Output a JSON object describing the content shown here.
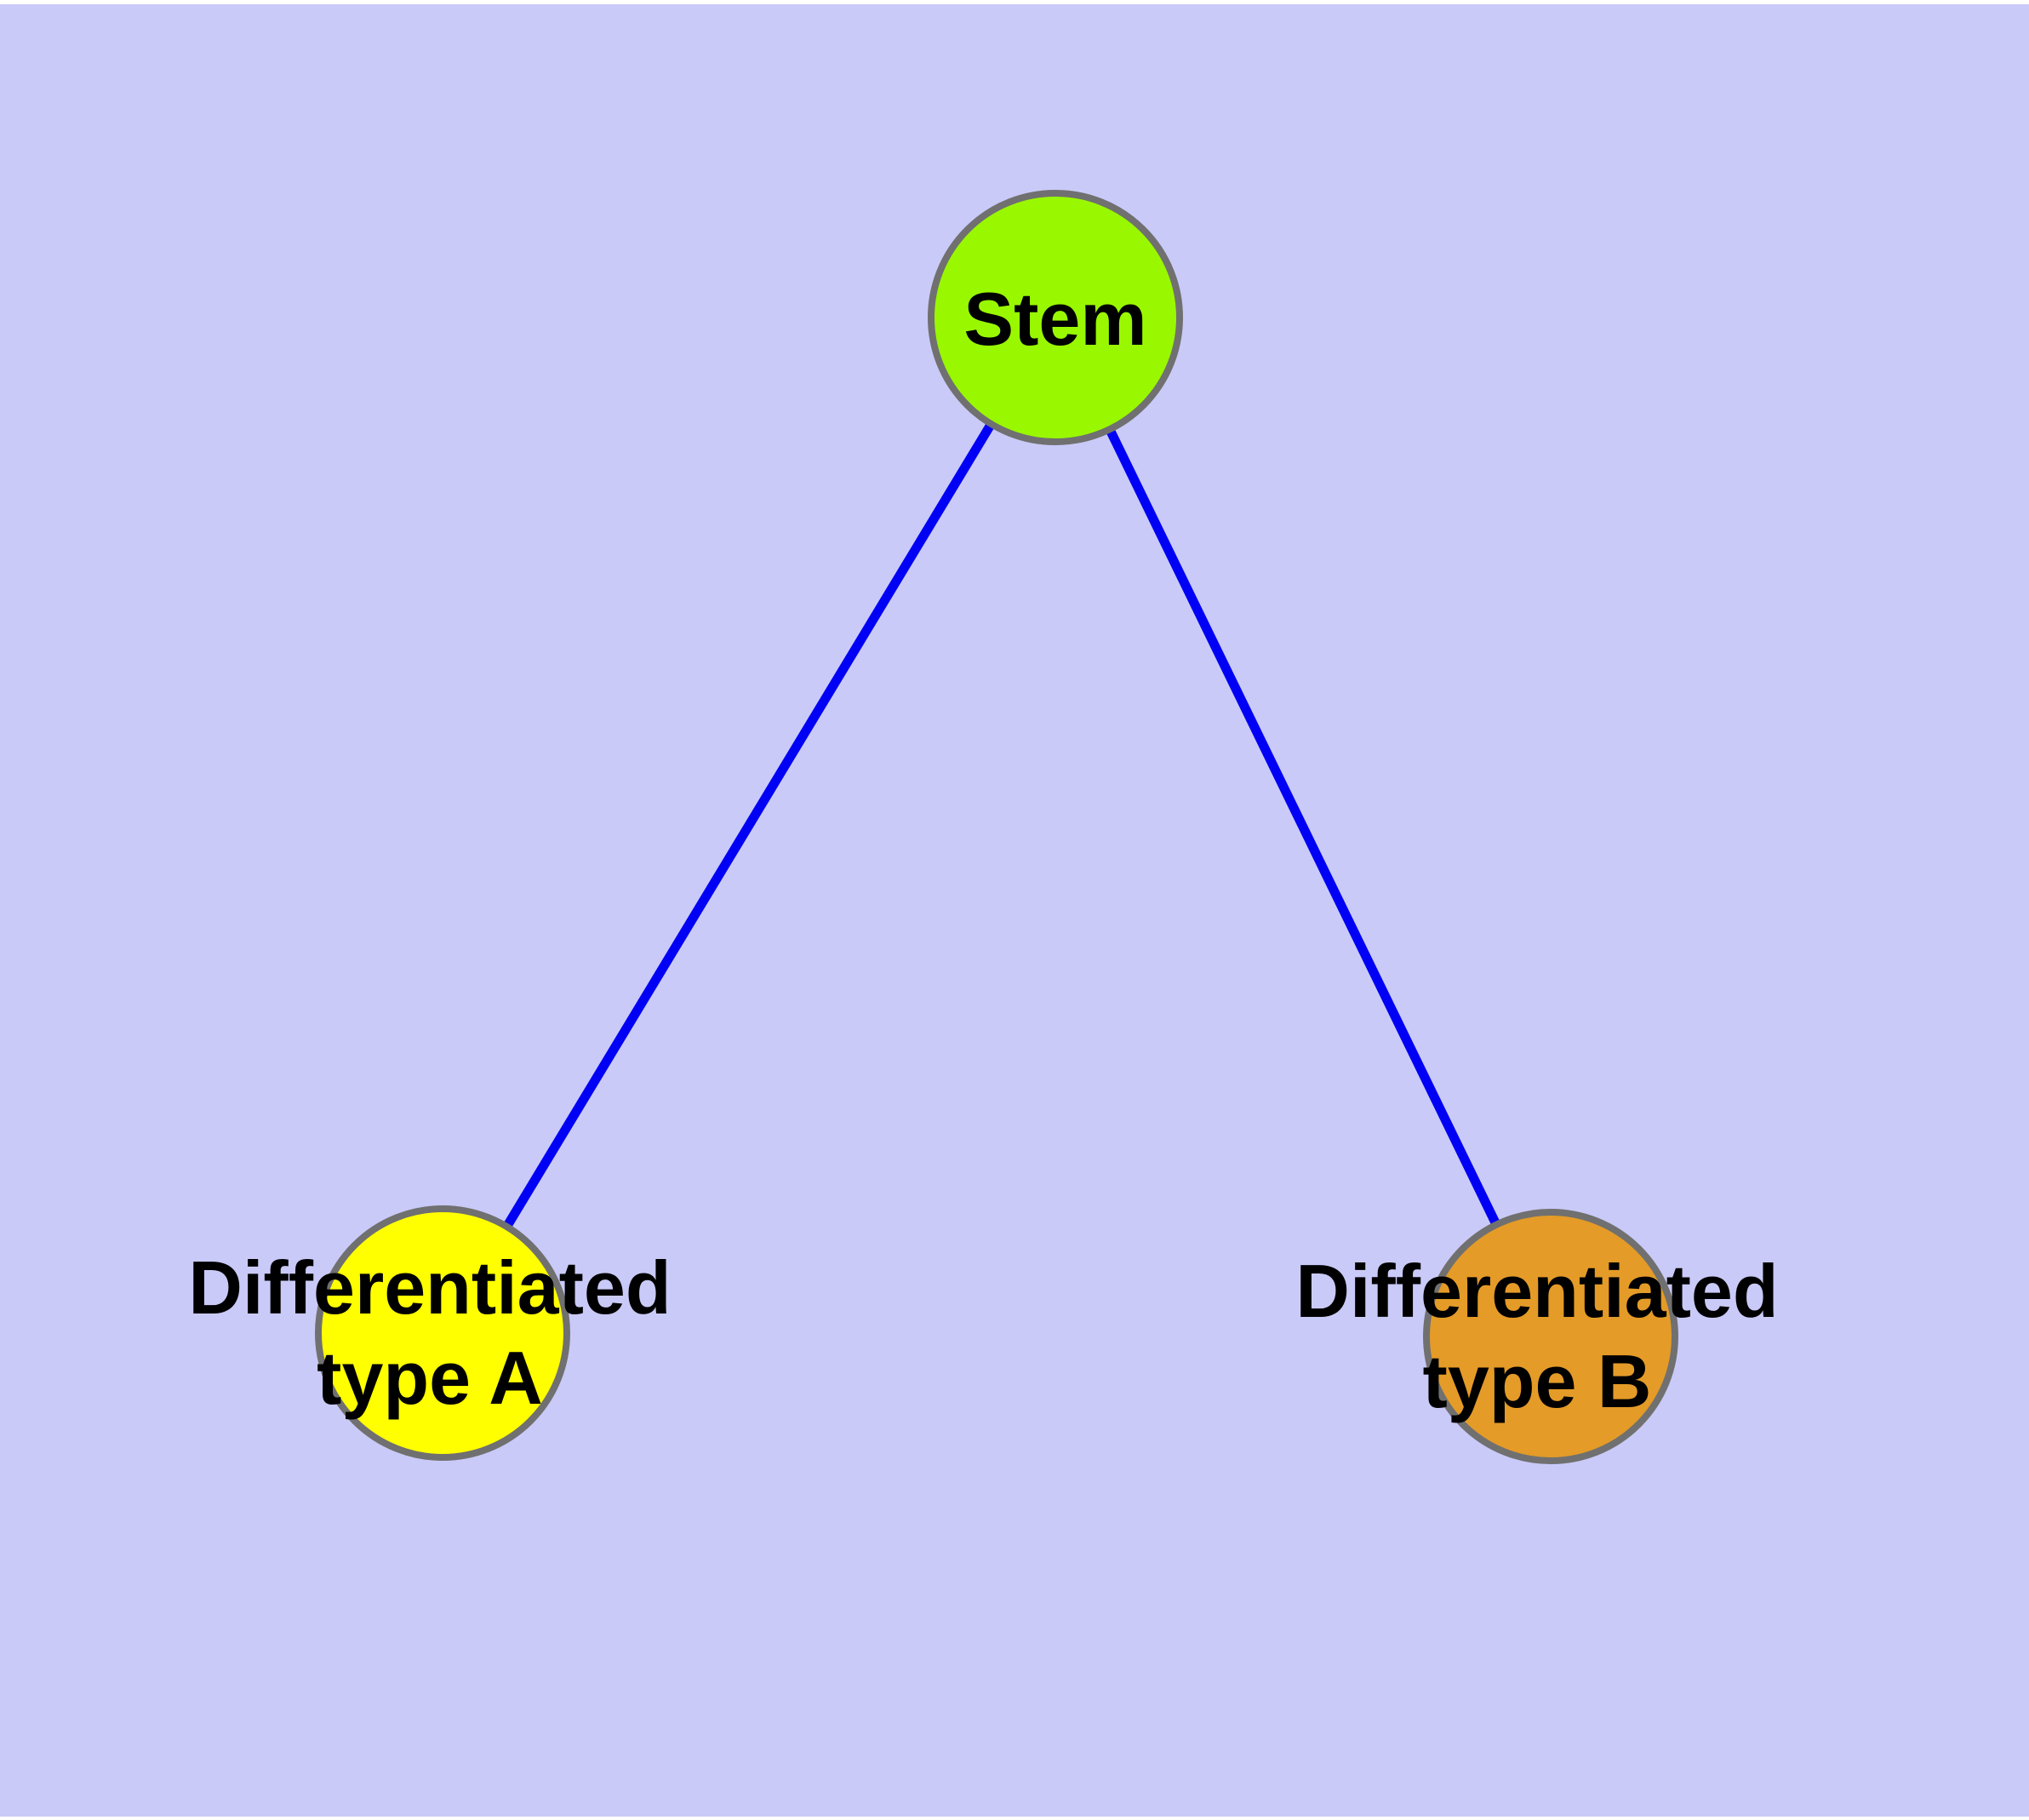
{
  "diagram": {
    "type": "graph",
    "background_color": "#CACAF8",
    "canvas_margin_color": "#FFFFFF",
    "edge_color": "#0000F5",
    "node_border_color": "#707070",
    "text_color": "#000000",
    "nodes": [
      {
        "id": "stem",
        "label": "Stem",
        "color": "#99F800"
      },
      {
        "id": "type-a",
        "label": "Differentiated\ntype A",
        "color": "#FFFF00"
      },
      {
        "id": "type-b",
        "label": "Differentiated\ntype B",
        "color": "#E49B27"
      }
    ],
    "edges": [
      {
        "from": "stem",
        "to": "type-a"
      },
      {
        "from": "stem",
        "to": "type-b"
      }
    ]
  }
}
